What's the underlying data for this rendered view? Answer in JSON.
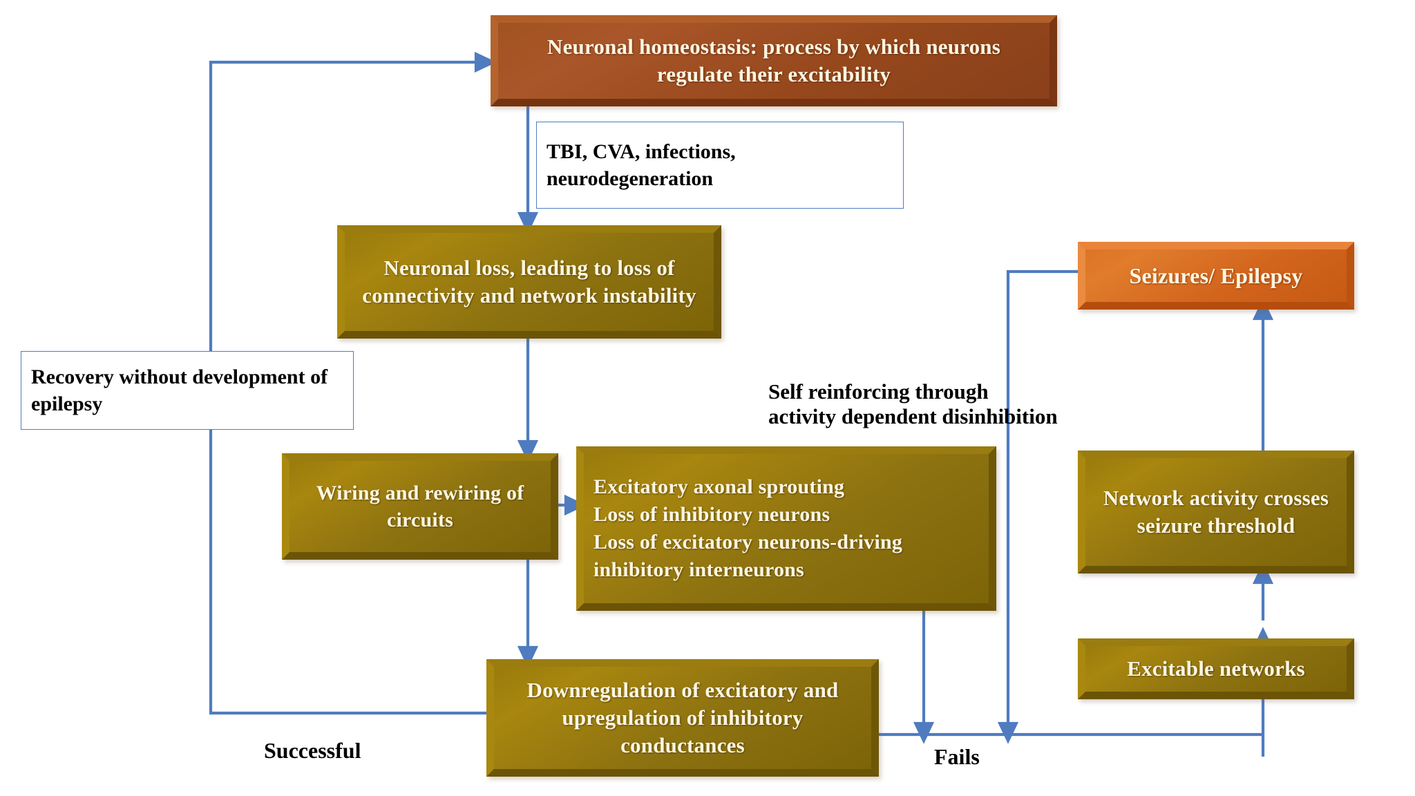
{
  "diagram": {
    "title": "Neuronal homeostasis to epileptogenesis flow diagram",
    "colors": {
      "brown": "#a2521f",
      "gold": "#9a7b0c",
      "orange": "#de7425",
      "arrow": "#4f7cc0",
      "callout_border": "#4f7cc0",
      "node_text": "#fdf6e3",
      "body_text": "#000000",
      "background": "#ffffff"
    },
    "nodes": {
      "homeostasis": "Neuronal homeostasis: process by which neurons regulate their excitability",
      "neuronal_loss": "Neuronal loss, leading to loss of connectivity and network instability",
      "wiring": "Wiring and rewiring of circuits",
      "excitatory_changes": "Excitatory axonal sprouting\nLoss of inhibitory neurons\nLoss of excitatory neurons-driving inhibitory interneurons",
      "downregulation": "Downregulation of excitatory and upregulation of inhibitory conductances",
      "seizures": "Seizures/ Epilepsy",
      "network_activity": "Network activity crosses seizure threshold",
      "excitable_networks": "Excitable networks"
    },
    "callouts": {
      "insults": "TBI, CVA, infections, neurodegeneration",
      "recovery": "Recovery without development of epilepsy"
    },
    "annotations": {
      "self_reinforcing": "Self reinforcing through\nactivity dependent disinhibition"
    },
    "edge_labels": {
      "successful": "Successful",
      "fails": "Fails"
    }
  }
}
